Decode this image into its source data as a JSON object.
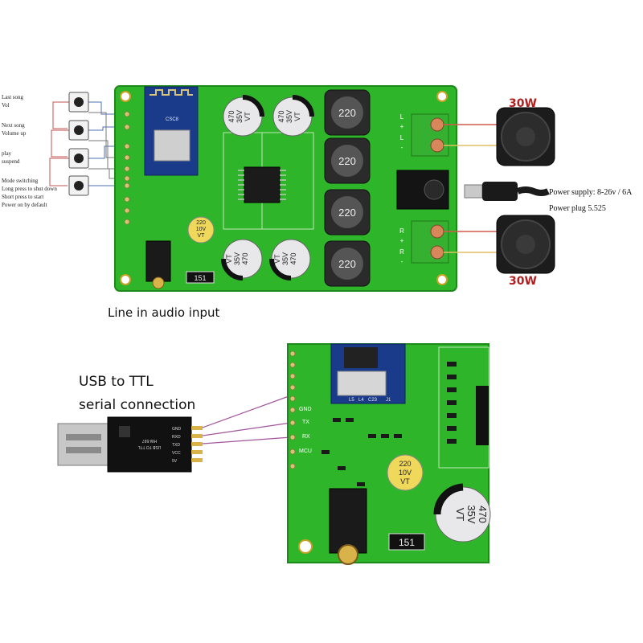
{
  "buttons": [
    {
      "line1": "Last song",
      "line2": "Vol"
    },
    {
      "line1": "Next song",
      "line2": "Volume up"
    },
    {
      "line1": "play",
      "line2": "suspend"
    },
    {
      "line1": "Mode switching",
      "line2": "Long press to shut down",
      "line3": "Short press to start",
      "line4": "Power on by default"
    }
  ],
  "speaker_top_label": "30W",
  "speaker_bottom_label": "30W",
  "power_supply_label": "Power supply: 8-26v / 6A",
  "power_plug_label": "Power plug 5.525",
  "line_in_label": "Line in audio input",
  "usb_ttl_line1": "USB to TTL",
  "usb_ttl_line2": "serial connection",
  "inductors": [
    "220",
    "220",
    "220",
    "220"
  ],
  "caps_big": [
    {
      "v1": "470",
      "v2": "35V",
      "v3": "VT"
    },
    {
      "v1": "470",
      "v2": "35V",
      "v3": "VT"
    },
    {
      "v1": "470",
      "v2": "35V",
      "v3": "VT"
    },
    {
      "v1": "470",
      "v2": "35V",
      "v3": "VT"
    }
  ],
  "cap_small": {
    "v1": "220",
    "v2": "10V",
    "v3": "VT"
  },
  "resistor_code": "151",
  "terminal_top": [
    "L",
    "+",
    "L",
    "-"
  ],
  "terminal_bottom": [
    "R",
    "+",
    "R",
    "-"
  ],
  "pin_labels": [
    "GND",
    "TX",
    "RX",
    "MCU"
  ],
  "usb_module_pins": [
    "GND",
    "RXD",
    "TXD",
    "VCC",
    "5V"
  ],
  "usb_module_text": [
    "USB TO TTL",
    "HW-597"
  ],
  "bt_labels": [
    "CSC8",
    "L5",
    "L4",
    "C23",
    "J1"
  ],
  "colors": {
    "pcb": "#2fb52a",
    "pcb_dark": "#1f8a1c",
    "terminal": "#35b030",
    "divider": "#cc2222",
    "wire_purple": "#a0559c"
  }
}
